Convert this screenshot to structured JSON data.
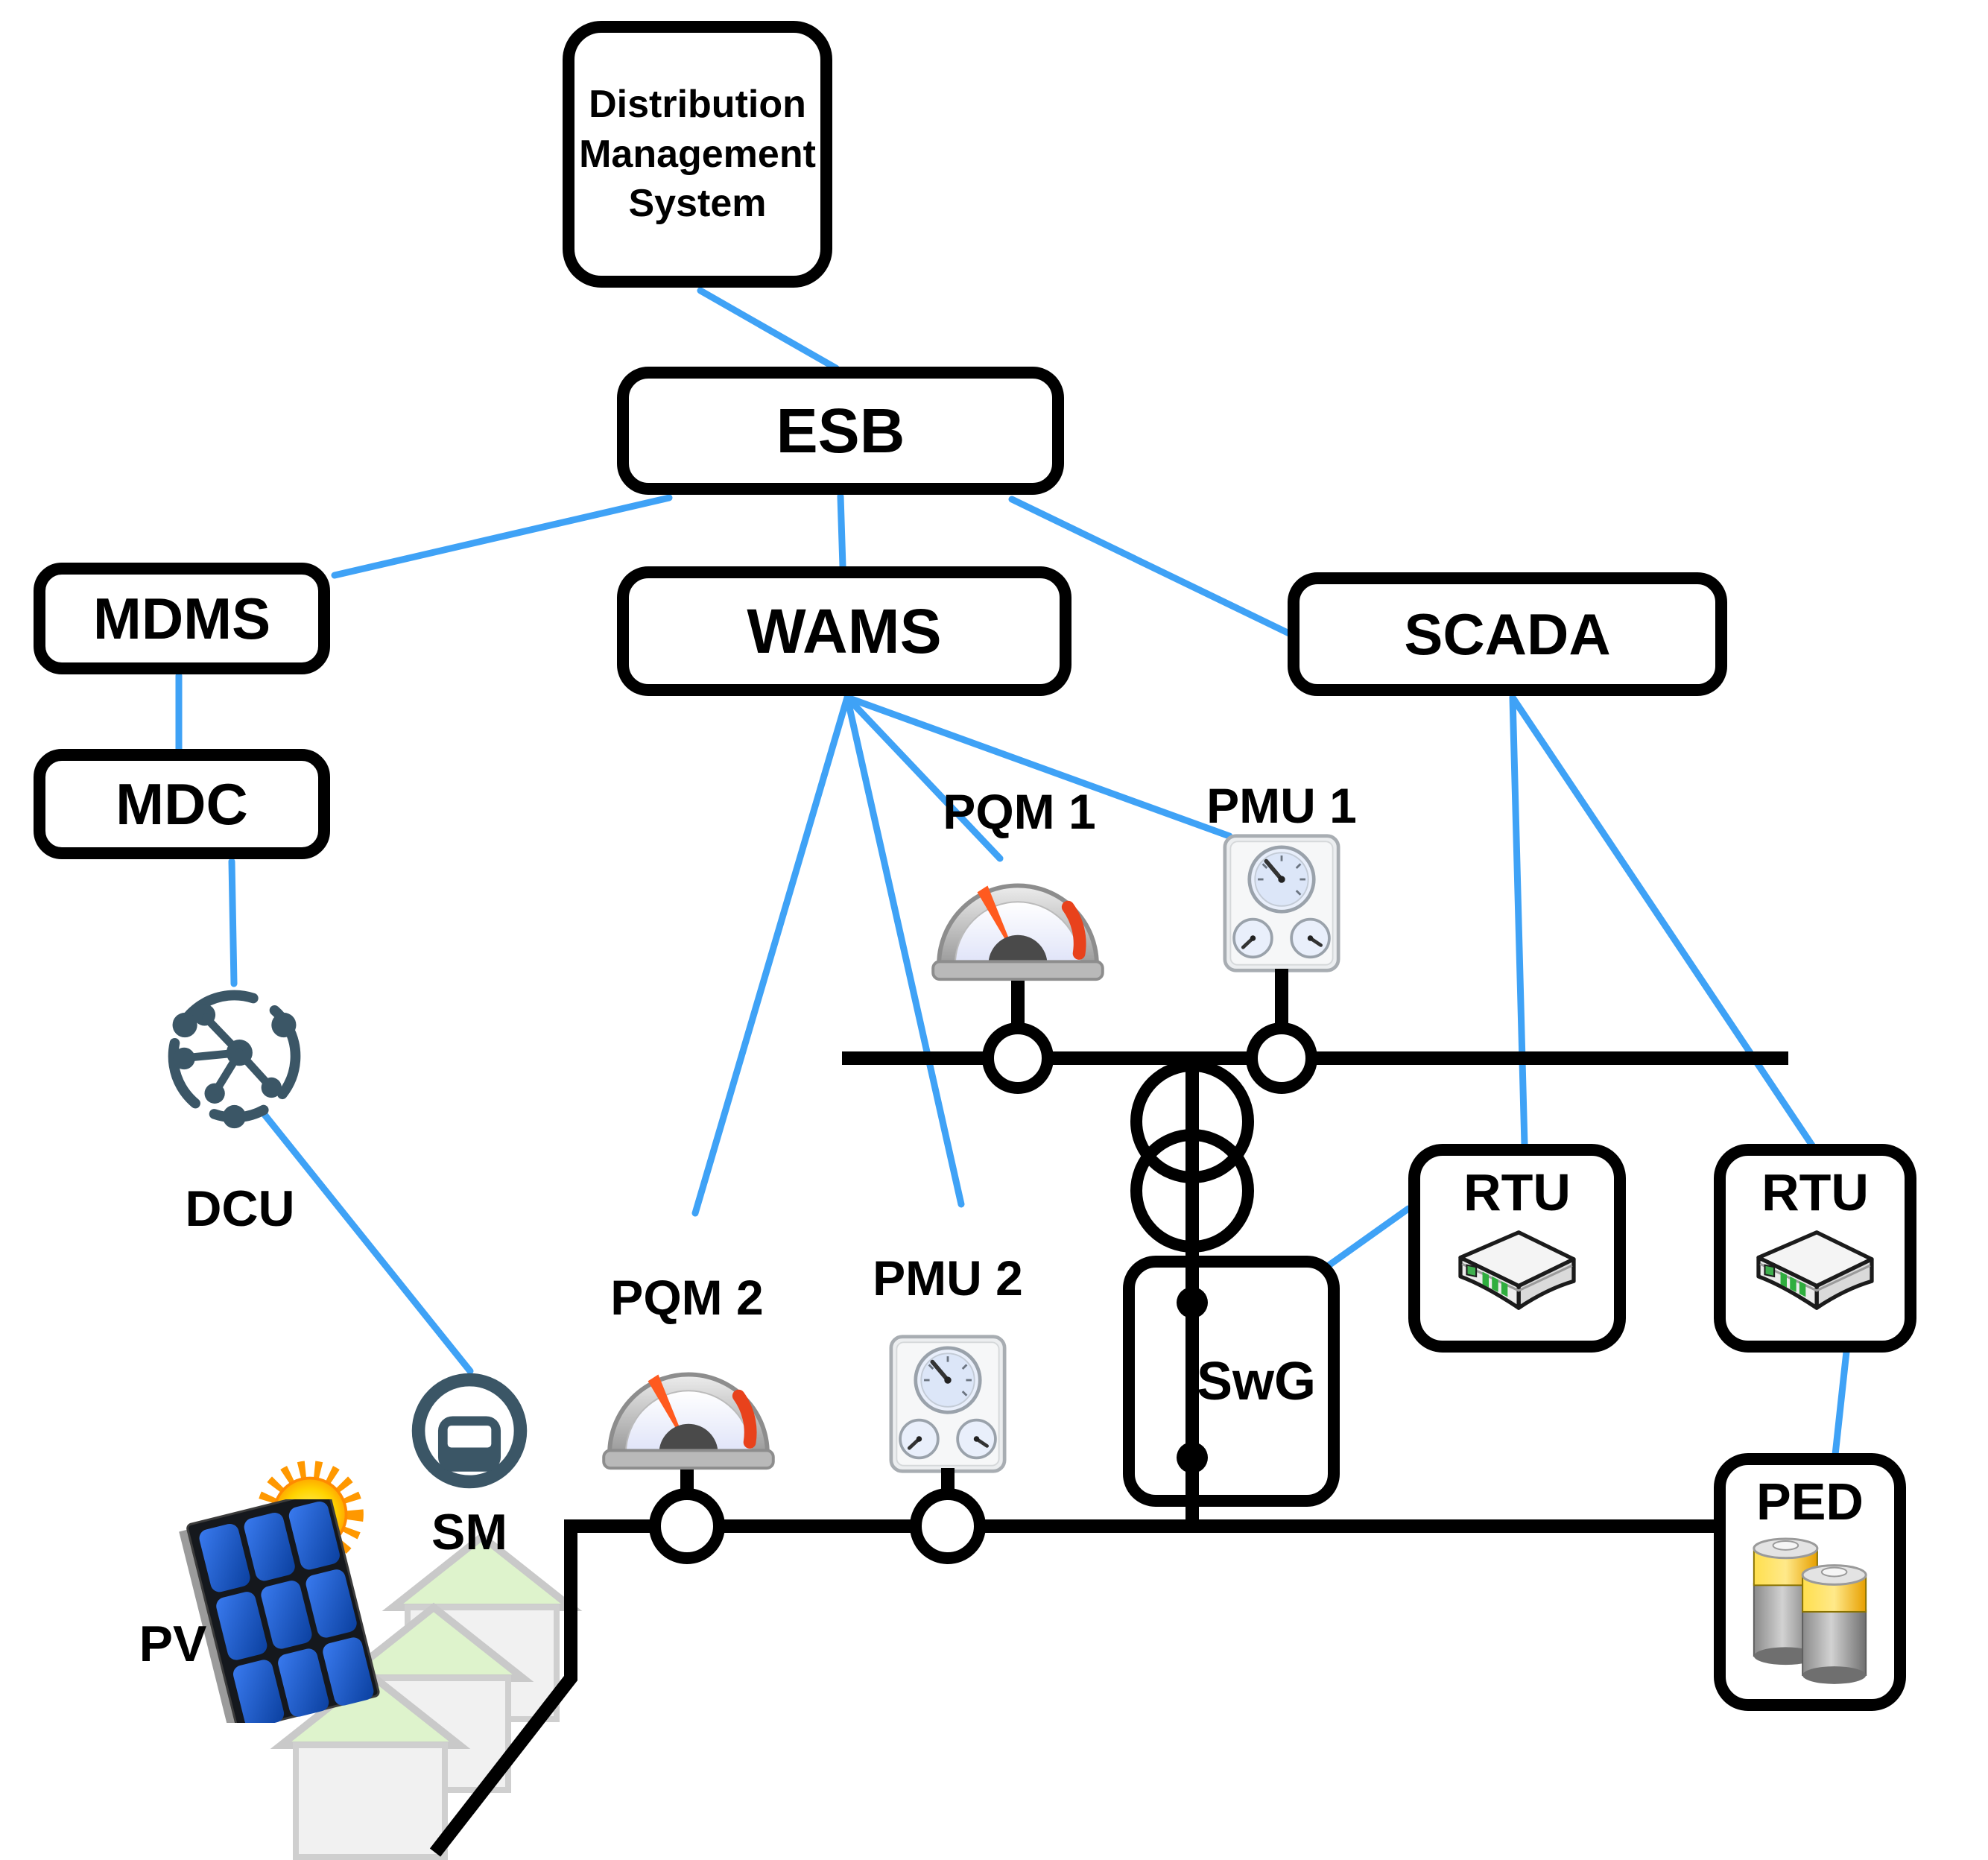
{
  "diagram": {
    "nodes": {
      "dms": {
        "label": "Distribution Management System"
      },
      "esb": {
        "label": "ESB"
      },
      "mdms": {
        "label": "MDMS"
      },
      "wams": {
        "label": "WAMS"
      },
      "scada": {
        "label": "SCADA"
      },
      "mdc": {
        "label": "MDC"
      },
      "swg": {
        "label": "SwG"
      },
      "rtu_1": {
        "label": "RTU"
      },
      "rtu_2": {
        "label": "RTU"
      },
      "ped": {
        "label": "PED"
      }
    },
    "device_labels": {
      "pqm1": "PQM 1",
      "pmu1": "PMU 1",
      "pqm2": "PQM 2",
      "pmu2": "PMU 2",
      "dcu": "DCU",
      "sm": "SM",
      "pv": "PV"
    },
    "colors": {
      "connector_blue": "#3fa2f6",
      "line_black": "#000000",
      "icon_slate": "#3b5666",
      "gauge_accent_red": "#e8421c",
      "needle_orange": "#ff5a1f",
      "battery_yellow": "#f0b000",
      "pv_cell_blue": "#1d56c8",
      "roof_green": "#def3cc",
      "sun_orange": "#ff9800"
    },
    "icons": [
      "gauge-icon",
      "dashboard-icon",
      "network-hub-icon",
      "smart-meter-icon",
      "sun-icon",
      "solar-panel-icon",
      "house-icon",
      "router-icon",
      "battery-icon",
      "transformer-icon",
      "bus-line",
      "switch-contact-dot"
    ]
  }
}
